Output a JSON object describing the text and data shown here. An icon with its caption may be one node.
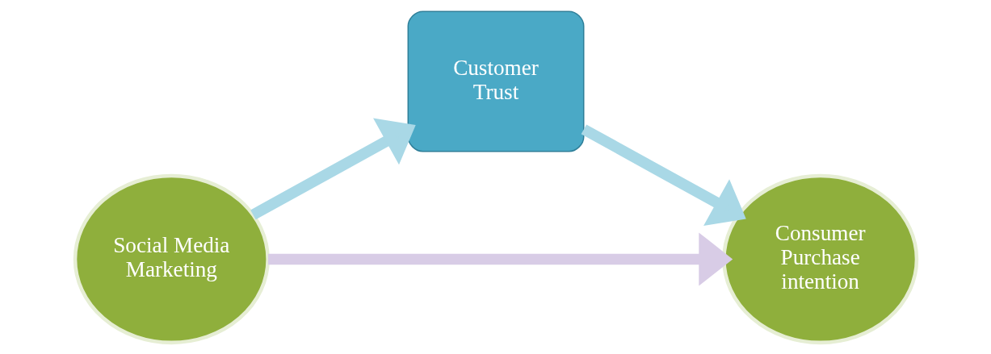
{
  "diagram": {
    "nodes": [
      {
        "text": [
          "Social Media Marketing"
        ]
      },
      {
        "text": [
          "Customer Trust"
        ]
      },
      {
        "text": [
          "Consumer Purchase intention"
        ]
      }
    ],
    "edges": [
      {
        "from": 0,
        "to": 1,
        "arrow": "to"
      },
      {
        "from": 1,
        "to": 2,
        "arrow": "to"
      },
      {
        "from": 0,
        "to": 2,
        "arrow": "to",
        "color": "#d8cce6"
      }
    ]
  }
}
